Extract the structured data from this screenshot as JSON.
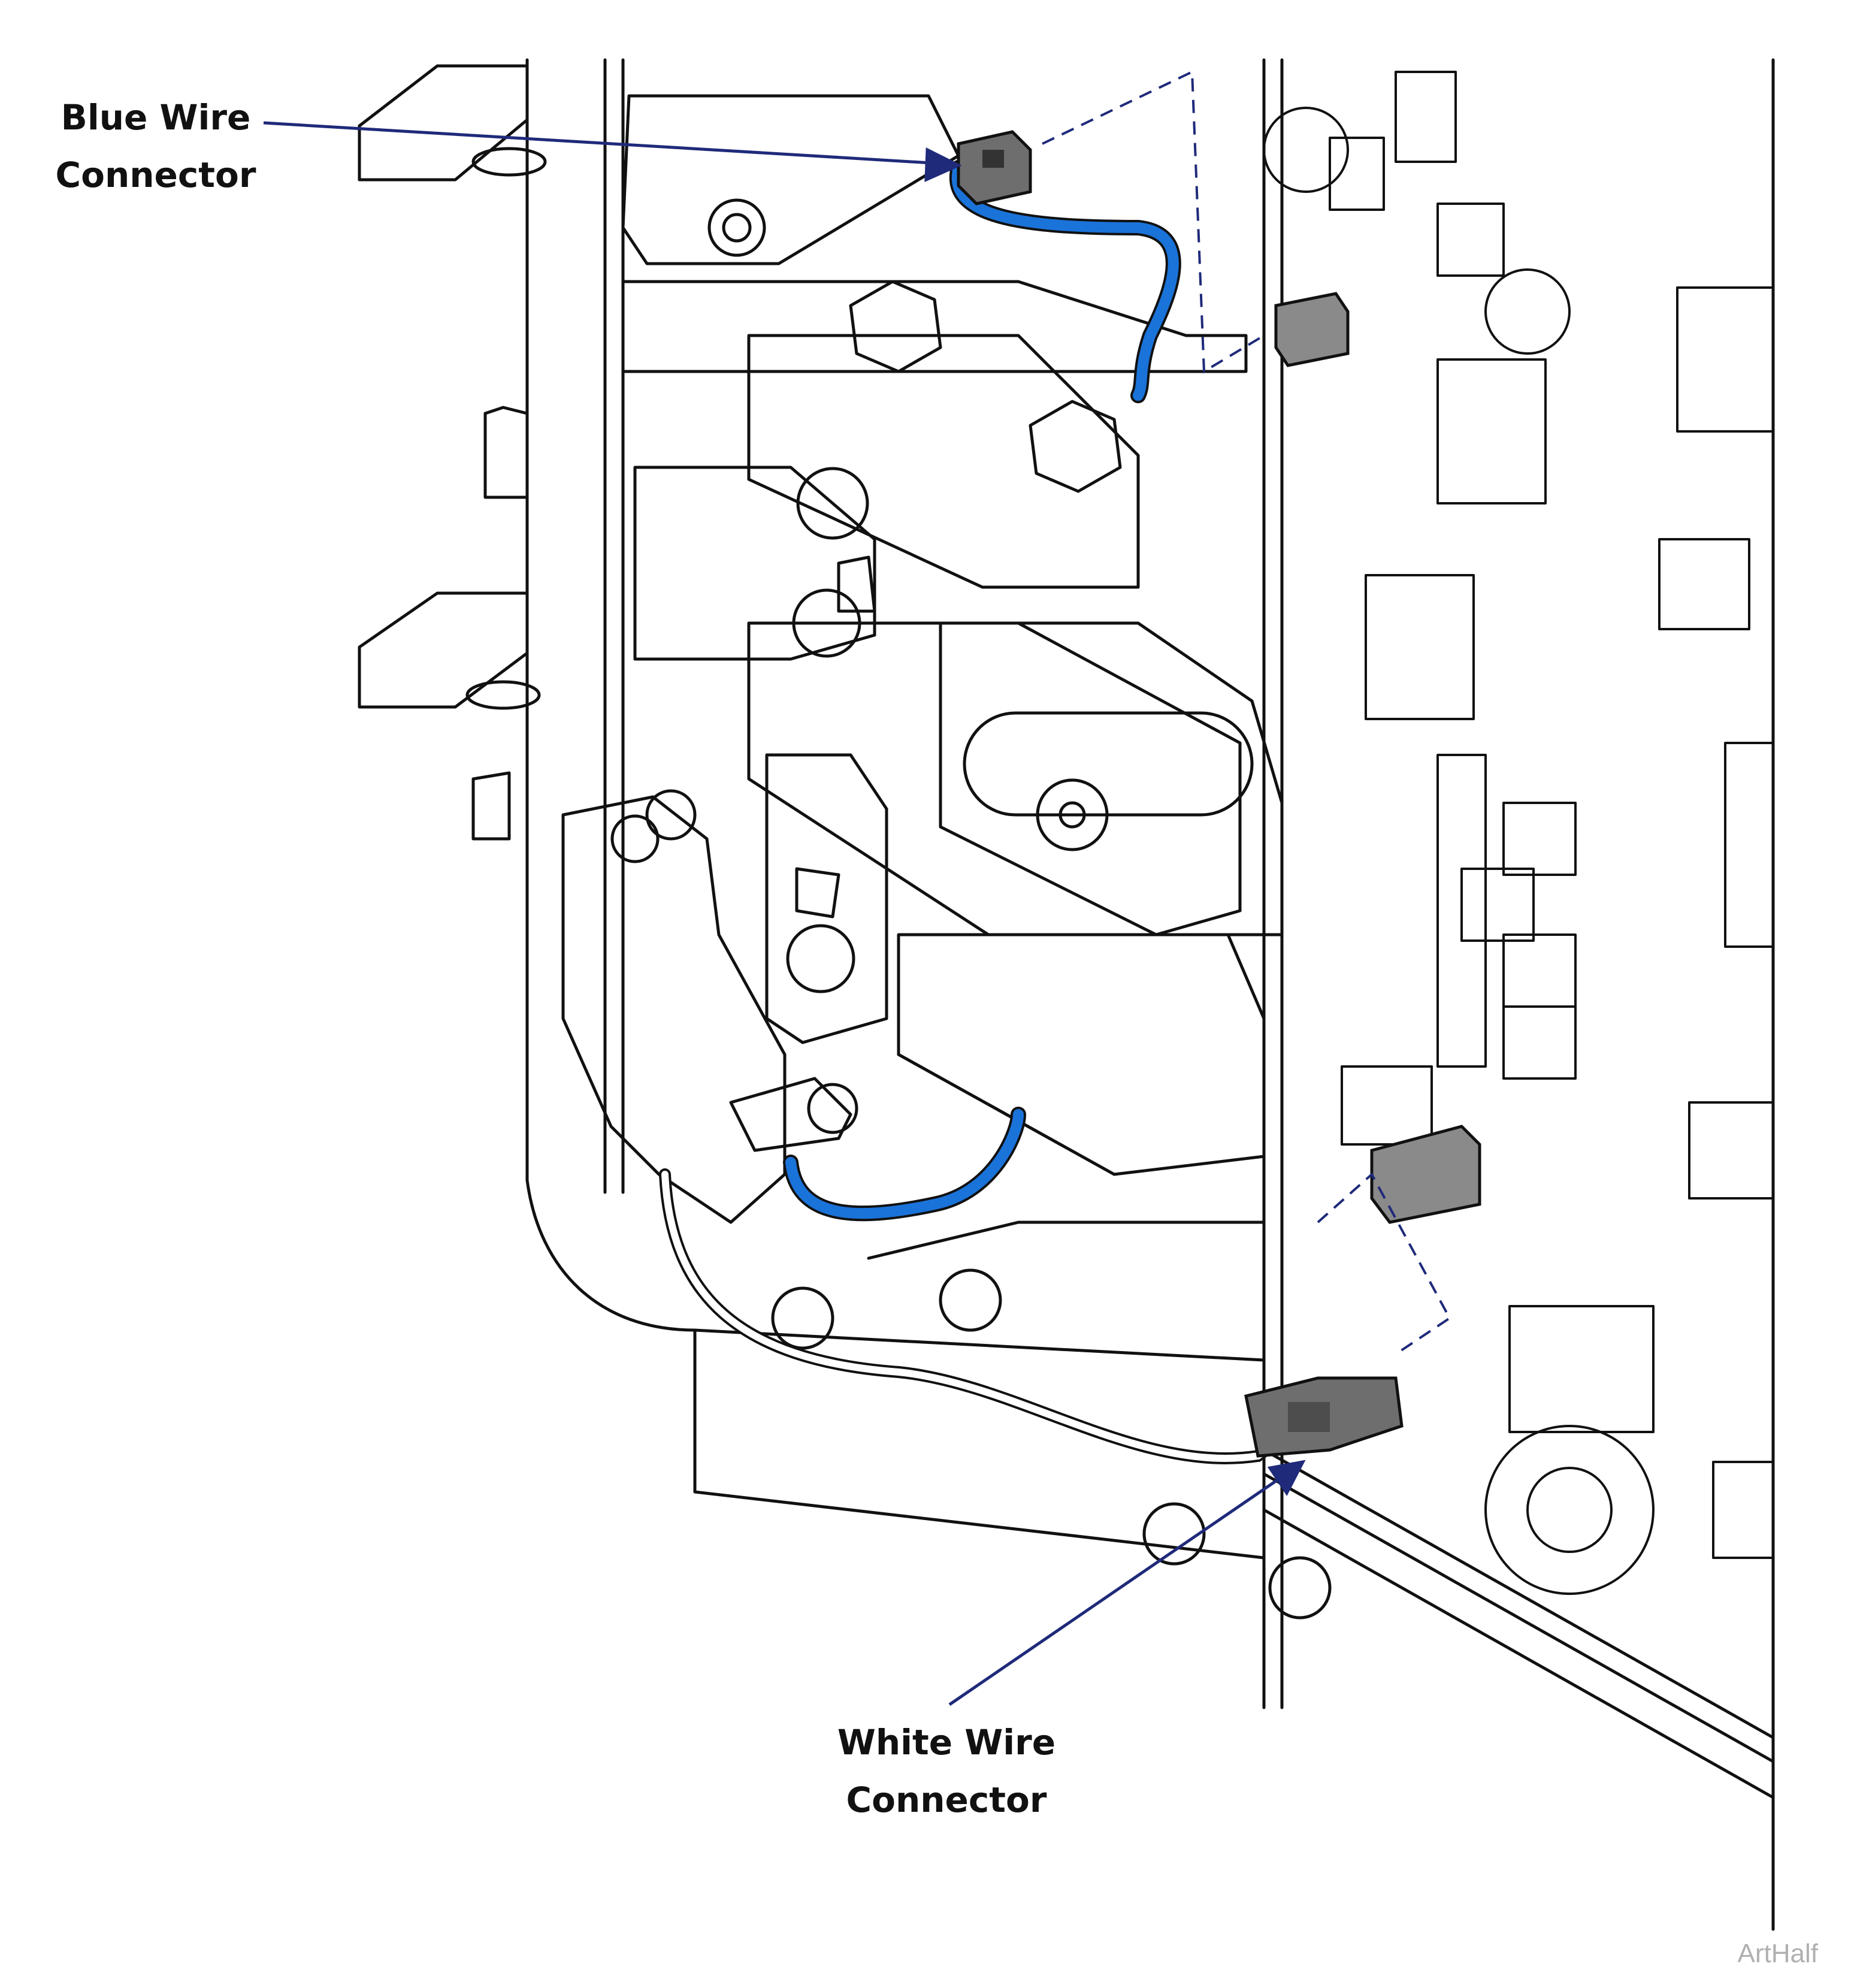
{
  "callouts": {
    "blue": {
      "line1": "Blue Wire",
      "line2": "Connector"
    },
    "white": {
      "line1": "White Wire",
      "line2": "Connector"
    }
  },
  "watermark": "ArtHalf",
  "colors": {
    "leader": "#1f2a7a",
    "blue_wire": "#1a73d9",
    "connector": "#6e6e6e",
    "outline": "#111111"
  }
}
